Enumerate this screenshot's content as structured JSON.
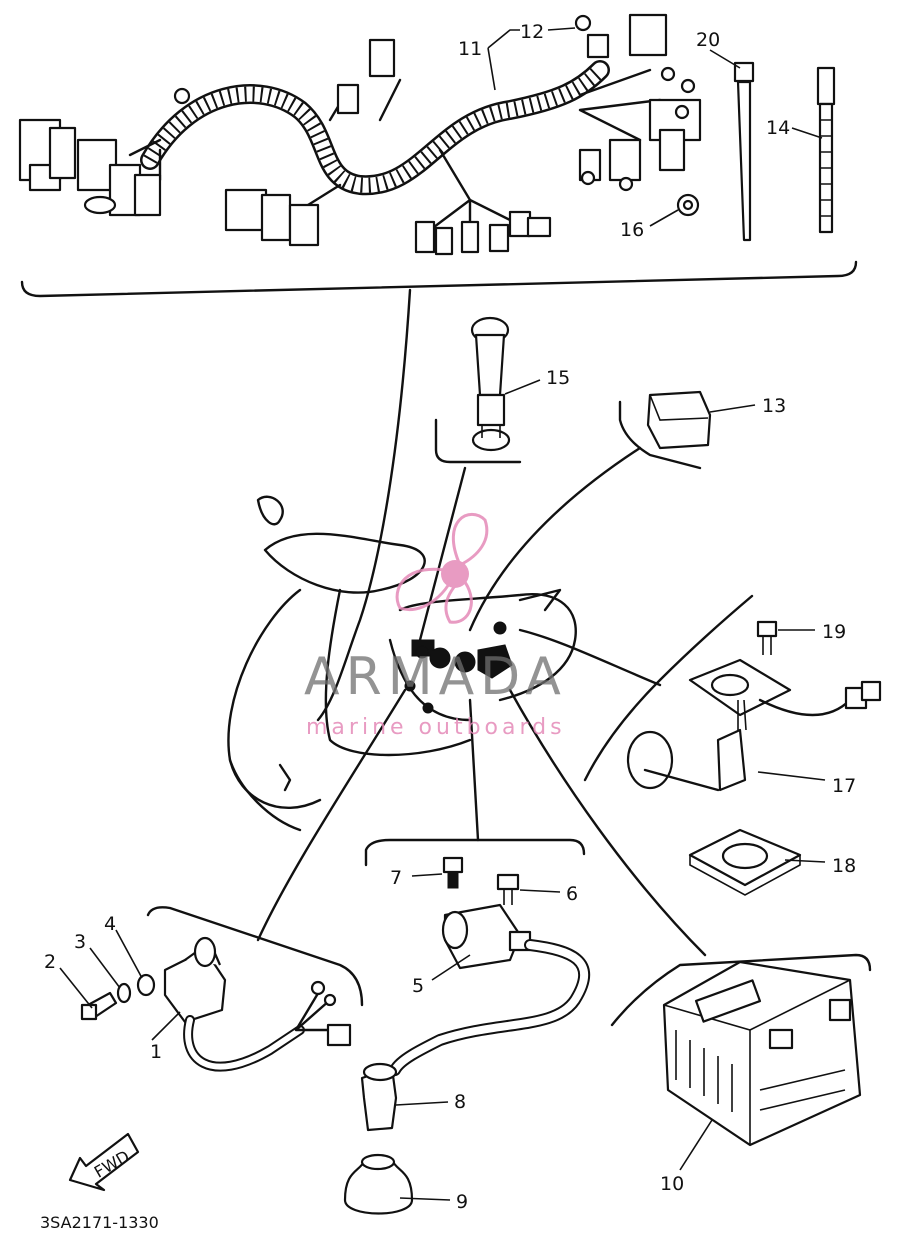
{
  "diagram": {
    "drawing_code": "3SA2171-1330",
    "fwd_label": "FWD",
    "watermark": {
      "brand": "ARMADA",
      "tagline": "marine outboards"
    },
    "callouts": [
      "1",
      "2",
      "3",
      "4",
      "5",
      "6",
      "7",
      "8",
      "9",
      "10",
      "11",
      "12",
      "13",
      "14",
      "15",
      "16",
      "17",
      "18",
      "19",
      "20"
    ]
  }
}
